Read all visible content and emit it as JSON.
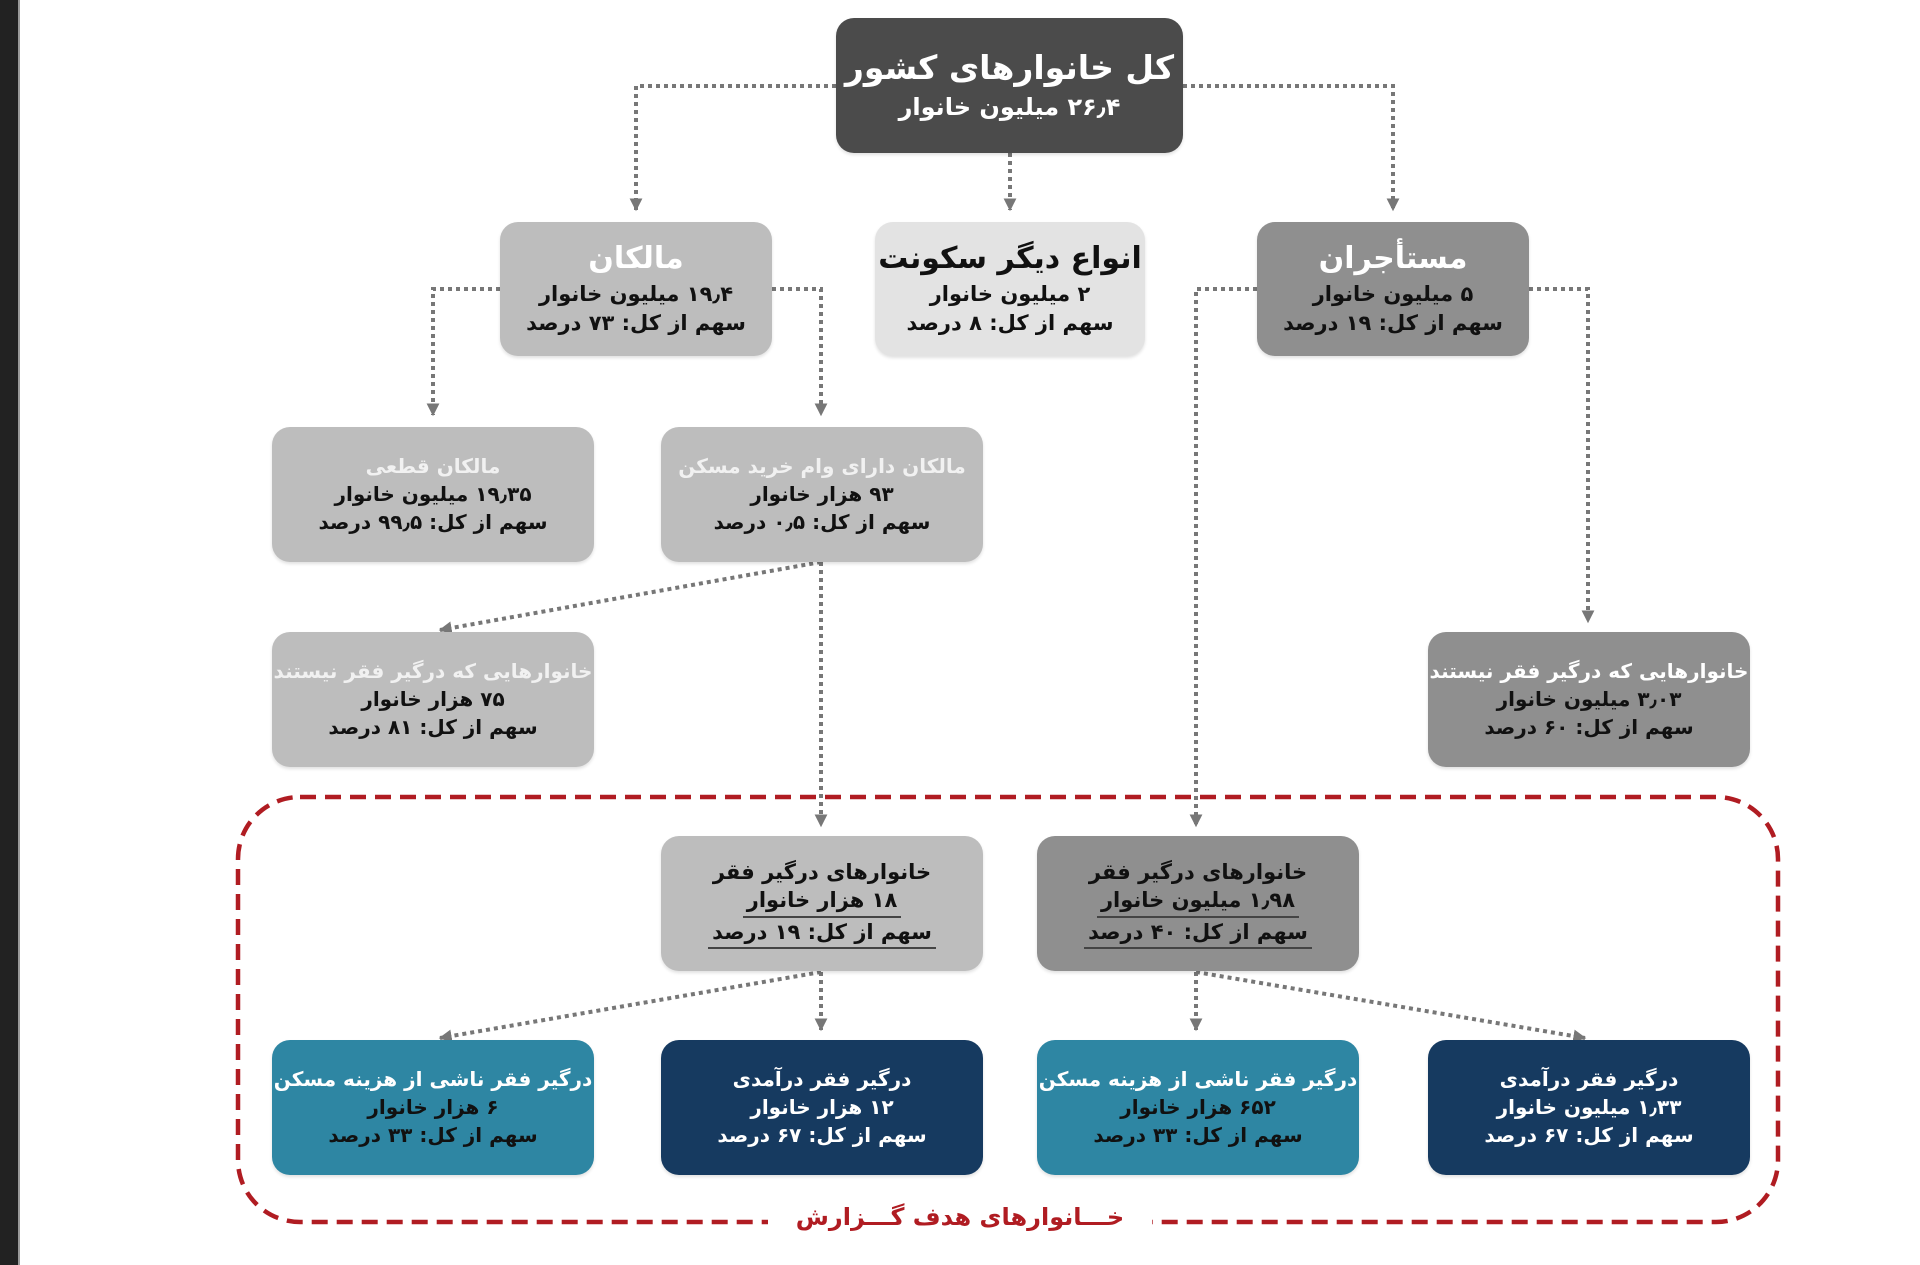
{
  "colors": {
    "top_box": "#4b4b4b",
    "renters_box": "#8f8f8f",
    "owners_box": "#bdbdbd",
    "other_box": "#e3e3e3",
    "housing_cost_poverty": "#2e86a3",
    "income_poverty": "#163a60",
    "connector": "#777777",
    "target_border": "#b01c22"
  },
  "root": {
    "title": "کل خانوارهای کشور",
    "count": "۲۶٫۴ میلیون خانوار"
  },
  "level1": {
    "owners": {
      "title": "مالکان",
      "count": "۱۹٫۴ میلیون خانوار",
      "share": "سهم از کل: ۷۳ درصد"
    },
    "other": {
      "title": "انواع دیگر سکونت",
      "count": "۲ میلیون خانوار",
      "share": "سهم از کل: ۸ درصد"
    },
    "renters": {
      "title": "مستأجران",
      "count": "۵ میلیون خانوار",
      "share": "سهم از کل: ۱۹ درصد"
    }
  },
  "level2": {
    "outright_owners": {
      "title": "مالکان قطعی",
      "count": "۱۹٫۳۵ میلیون خانوار",
      "share": "سهم از کل: ۹۹٫۵ درصد"
    },
    "mortgage_owners": {
      "title": "مالکان دارای وام خرید مسکن",
      "count": "۹۳ هزار خانوار",
      "share": "سهم از کل: ۰٫۵ درصد"
    }
  },
  "level3": {
    "owners_not_poor": {
      "title": "خانوارهایی که درگیر فقر نیستند",
      "count": "۷۵ هزار خانوار",
      "share": "سهم از کل: ۸۱ درصد"
    },
    "renters_not_poor": {
      "title": "خانوارهایی که درگیر فقر نیستند",
      "count": "۳٫۰۳ میلیون خانوار",
      "share": "سهم از کل: ۶۰ درصد"
    }
  },
  "level4": {
    "owners_poor": {
      "title": "خانوارهای درگیر فقر",
      "count": "۱۸ هزار خانوار",
      "share": "سهم از کل: ۱۹ درصد"
    },
    "renters_poor": {
      "title": "خانوارهای درگیر فقر",
      "count": "۱٫۹۸ میلیون خانوار",
      "share": "سهم از کل: ۴۰ درصد"
    }
  },
  "level5": {
    "owners_housing_cost": {
      "title": "درگیر فقر ناشی از هزینه مسکن",
      "count": "۶ هزار خانوار",
      "share": "سهم از کل: ۳۳ درصد"
    },
    "owners_income": {
      "title": "درگیر فقر درآمدی",
      "count": "۱۲ هزار خانوار",
      "share": "سهم از کل: ۶۷ درصد"
    },
    "renters_housing_cost": {
      "title": "درگیر فقر ناشی از هزینه مسکن",
      "count": "۶۵۲ هزار خانوار",
      "share": "سهم از کل: ۳۳ درصد"
    },
    "renters_income": {
      "title": "درگیر فقر درآمدی",
      "count": "۱٫۳۳ میلیون خانوار",
      "share": "سهم از کل: ۶۷ درصد"
    }
  },
  "target_group_label": "خـــانوارهای هدف گـــزارش"
}
